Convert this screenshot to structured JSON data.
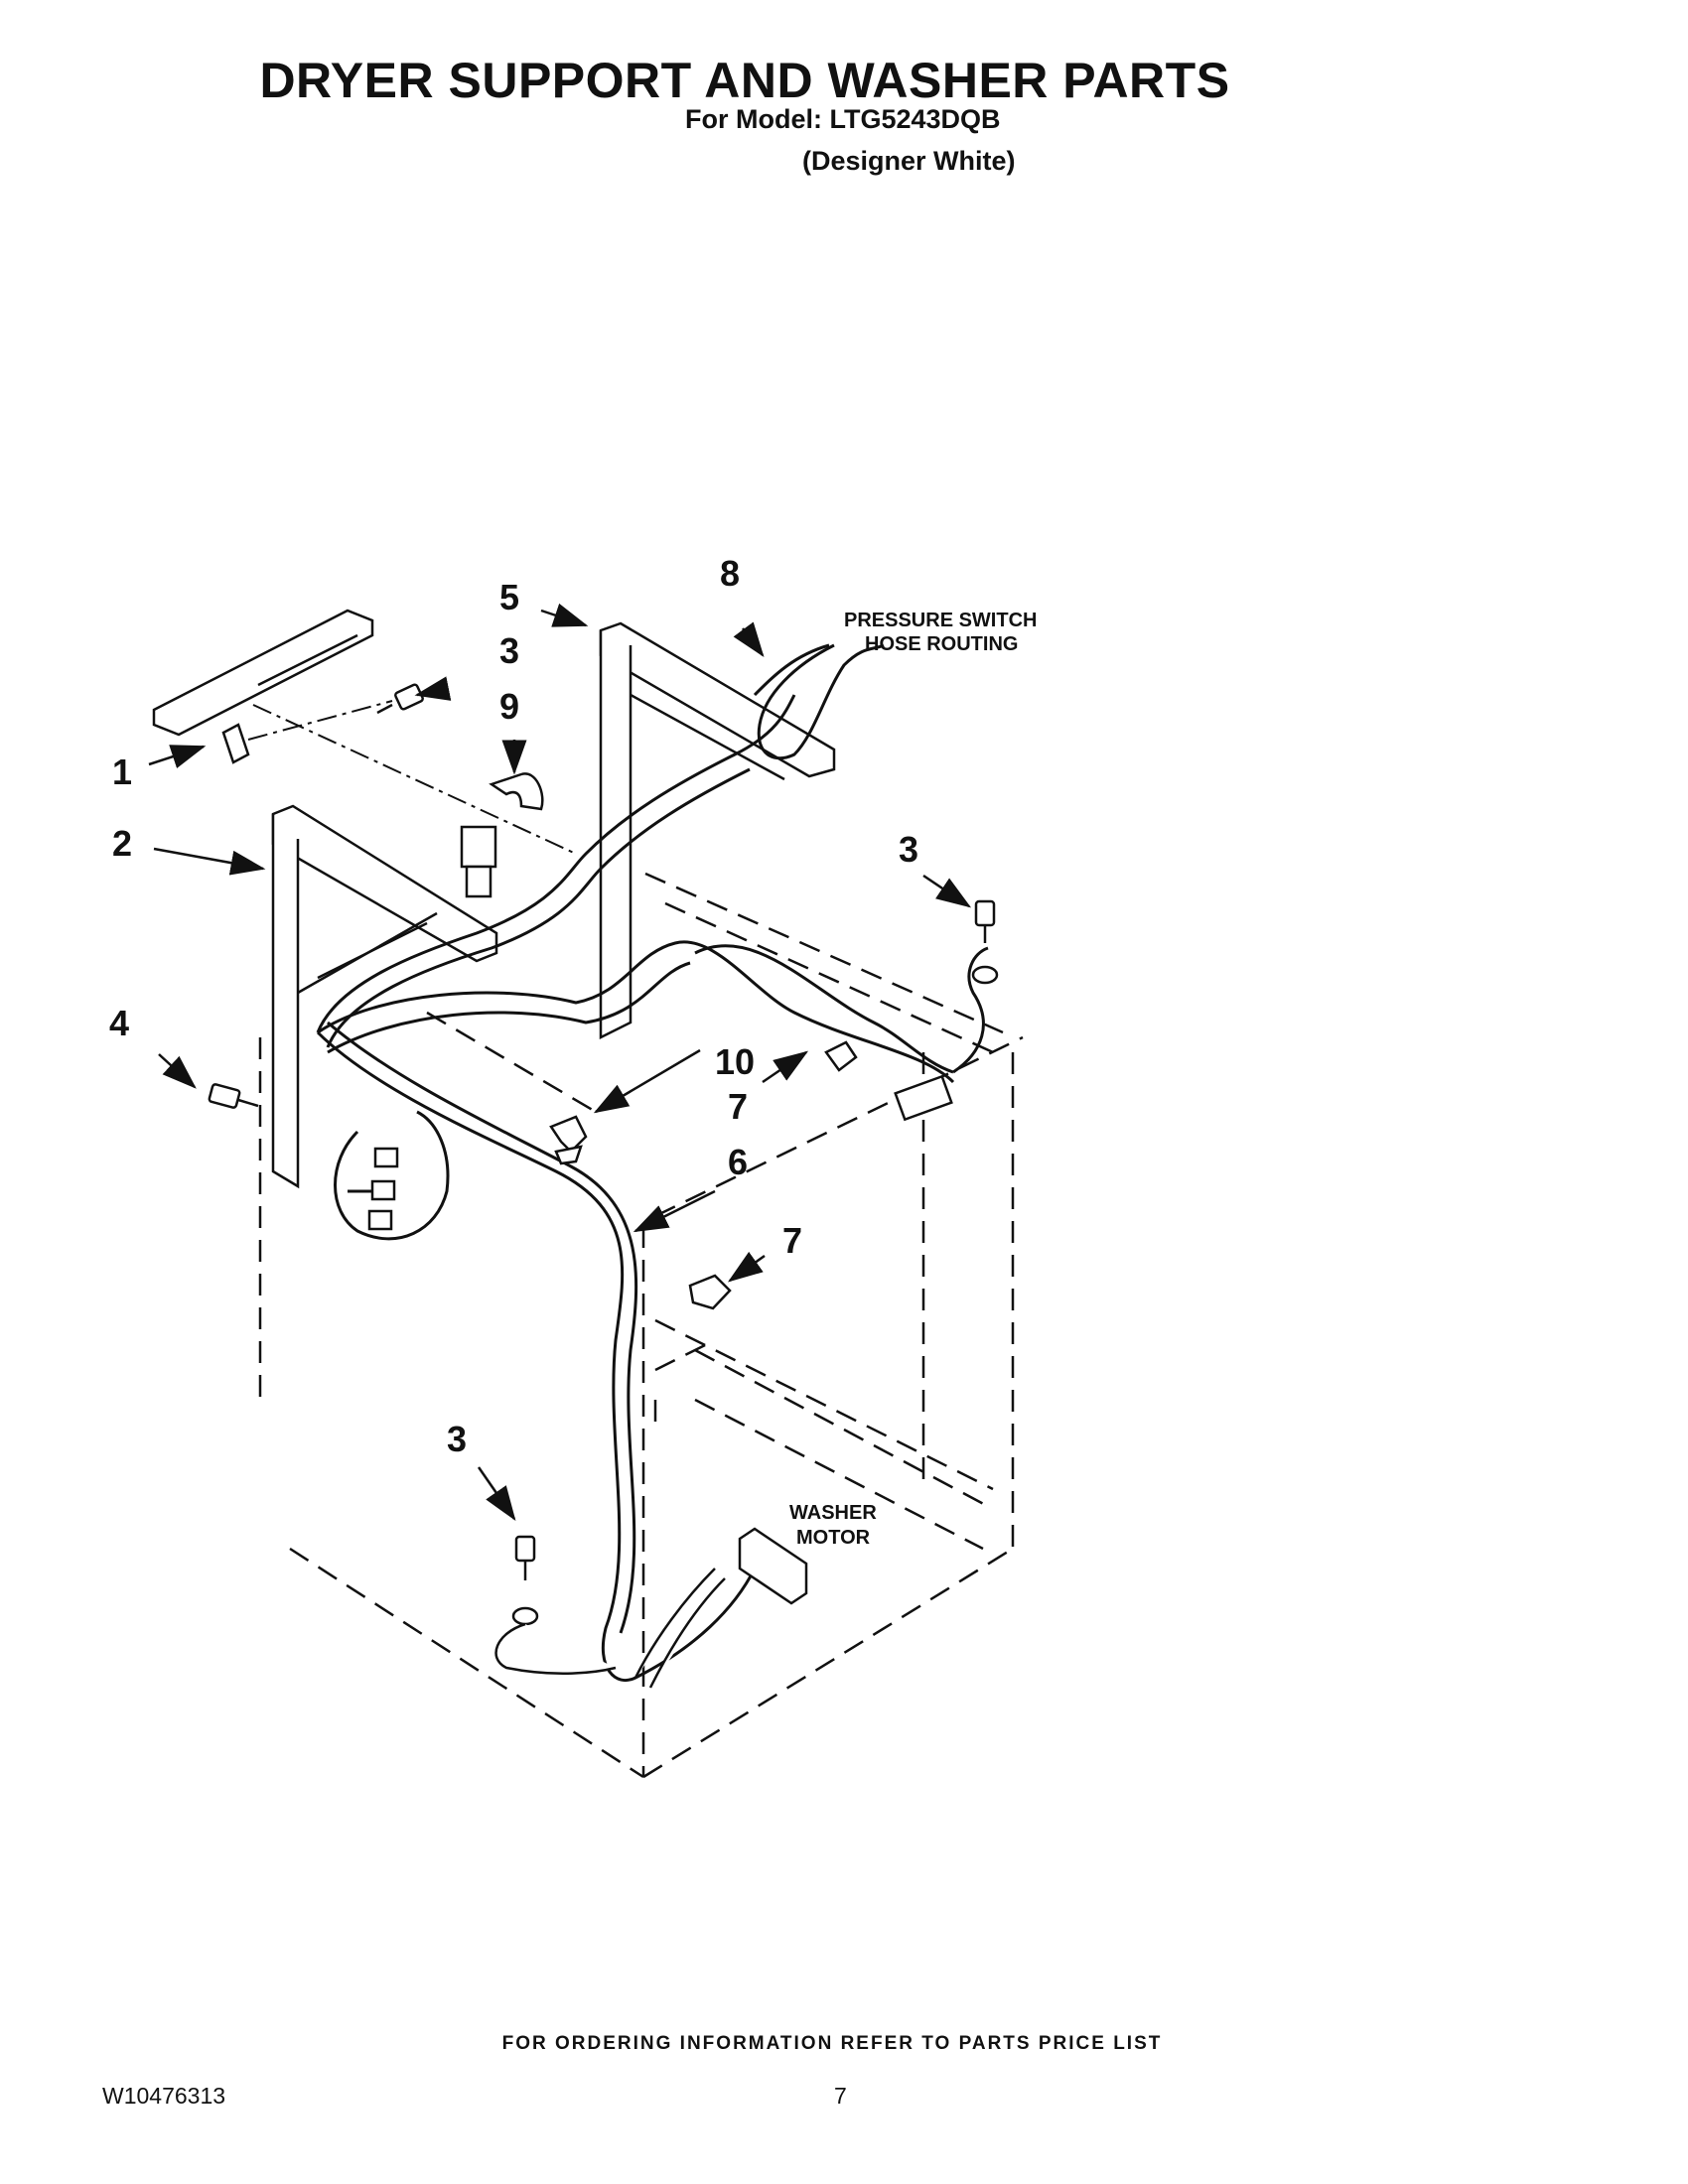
{
  "header": {
    "title": "DRYER SUPPORT AND WASHER PARTS",
    "model_line": "For Model: LTG5243DQB",
    "color_line": "(Designer White)"
  },
  "diagram": {
    "callouts": {
      "c1": "1",
      "c2": "2",
      "c3a": "3",
      "c3b": "3",
      "c3c": "3",
      "c4": "4",
      "c5": "5",
      "c6": "6",
      "c7a": "7",
      "c7b": "7",
      "c8": "8",
      "c9": "9",
      "c10": "10"
    },
    "notes": {
      "pressure_switch_line1": "PRESSURE SWITCH",
      "pressure_switch_line2": "HOSE ROUTING",
      "washer_motor_line1": "WASHER",
      "washer_motor_line2": "MOTOR"
    }
  },
  "footer": {
    "ordering_note": "FOR ORDERING INFORMATION REFER TO PARTS PRICE LIST",
    "document_number": "W10476313",
    "page_number": "7"
  }
}
